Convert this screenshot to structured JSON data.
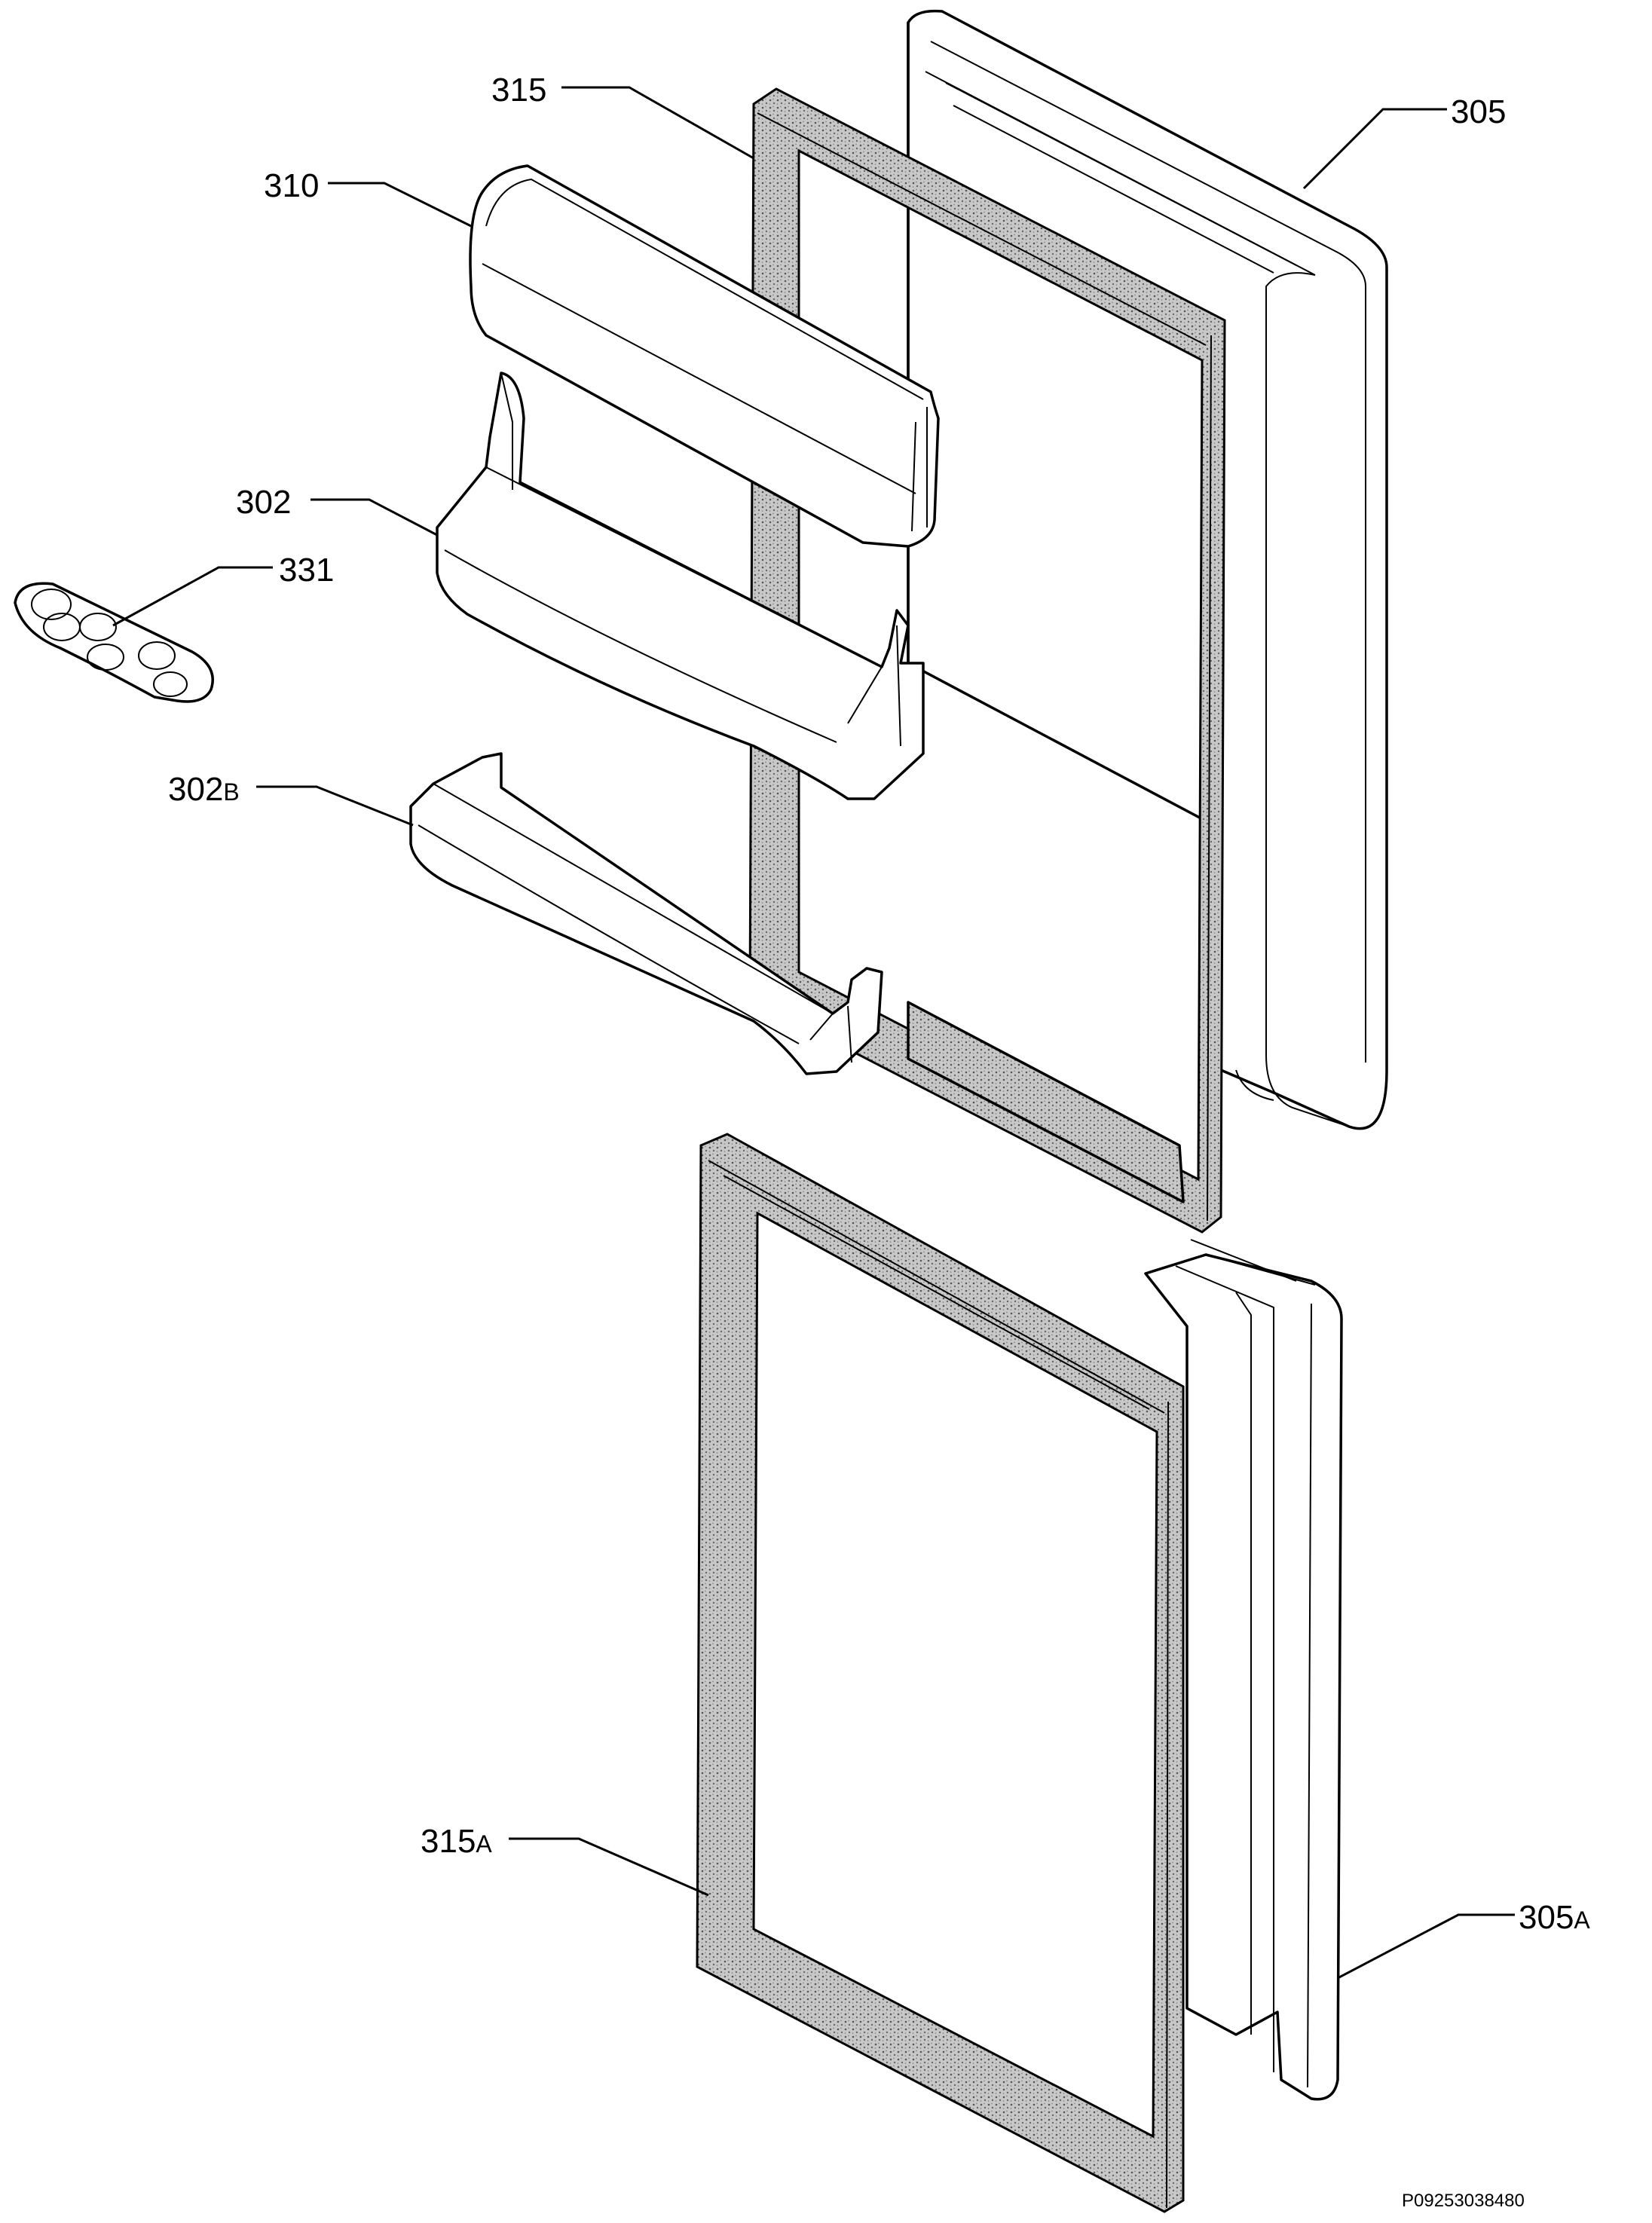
{
  "diagram": {
    "labels": {
      "p315": "315",
      "p305": "305",
      "p310": "310",
      "p302": "302",
      "p331": "331",
      "p302b_main": "302",
      "p302b_suffix": "B",
      "p315a_main": "315",
      "p315a_suffix": "A",
      "p305a_main": "305",
      "p305a_suffix": "A"
    },
    "drawing_code": "P09253038480"
  }
}
